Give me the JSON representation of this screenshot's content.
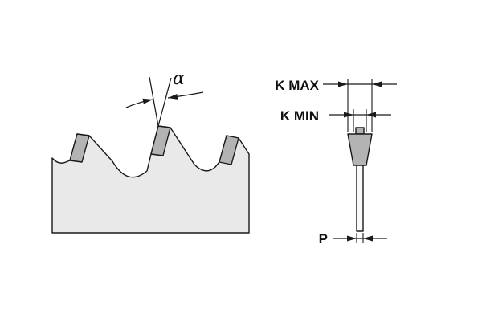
{
  "diagram": {
    "labels": {
      "angle": "α",
      "kerf_max": "K MAX",
      "kerf_min": "K MIN",
      "plate_thickness": "P"
    },
    "colors": {
      "outline": "#1a1a1a",
      "blade_fill": "#e9e9e9",
      "tip_fill": "#b3b3b3",
      "plate_fill": "#fafafa",
      "background": "#ffffff"
    }
  }
}
